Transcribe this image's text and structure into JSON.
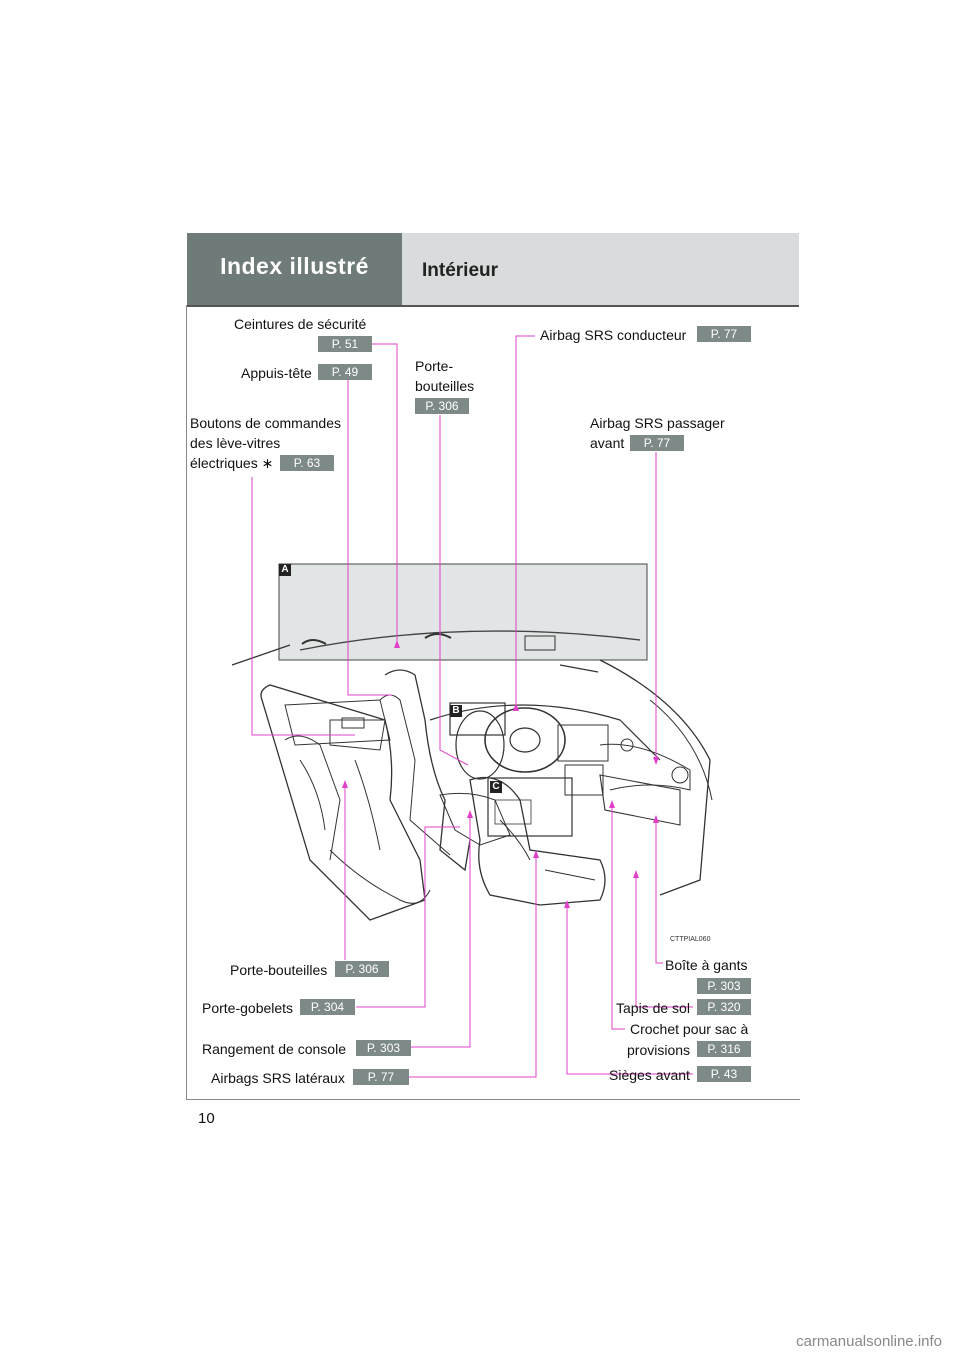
{
  "header": {
    "tab_title": "Index illustré",
    "section_title": "Intérieur"
  },
  "page_number": "10",
  "image_code": "CTTPIAL060",
  "inset_letters": [
    "A",
    "B",
    "C"
  ],
  "callouts": {
    "seatbelts": {
      "label": "Ceintures de sécurité",
      "page": "P. 51"
    },
    "headrests": {
      "label": "Appuis-tête",
      "page": "P. 49"
    },
    "windows": {
      "label_lines": [
        "Boutons de commandes",
        "des lève-vitres",
        "électriques ∗"
      ],
      "page": "P. 63"
    },
    "bottle_holder_top": {
      "label_lines": [
        "Porte-",
        "bouteilles"
      ],
      "page": "P. 306"
    },
    "driver_airbag": {
      "label": "Airbag SRS conducteur",
      "page": "P. 77"
    },
    "passenger_airbag": {
      "label_lines": [
        "Airbag SRS passager",
        "avant"
      ],
      "page": "P. 77"
    },
    "bottle_holder": {
      "label": "Porte-bouteilles",
      "page": "P. 306"
    },
    "cup_holder": {
      "label": "Porte-gobelets",
      "page": "P. 304"
    },
    "console_box": {
      "label": "Rangement de console",
      "page": "P. 303"
    },
    "side_airbags": {
      "label": "Airbags SRS latéraux",
      "page": "P. 77"
    },
    "glove_box": {
      "label": "Boîte à gants",
      "page": "P. 303"
    },
    "floor_mats": {
      "label": "Tapis de sol",
      "page": "P. 320"
    },
    "grocery_hook": {
      "label_lines": [
        "Crochet pour sac à",
        "provisions"
      ],
      "page": "P. 316"
    },
    "front_seats": {
      "label": "Sièges avant",
      "page": "P. 43"
    }
  },
  "colors": {
    "header_dark": "#6f7b79",
    "header_light": "#d9dcdc",
    "badge": "#7d8a88",
    "leader": "#e040c8"
  },
  "watermark": "carmanualsonline.info"
}
